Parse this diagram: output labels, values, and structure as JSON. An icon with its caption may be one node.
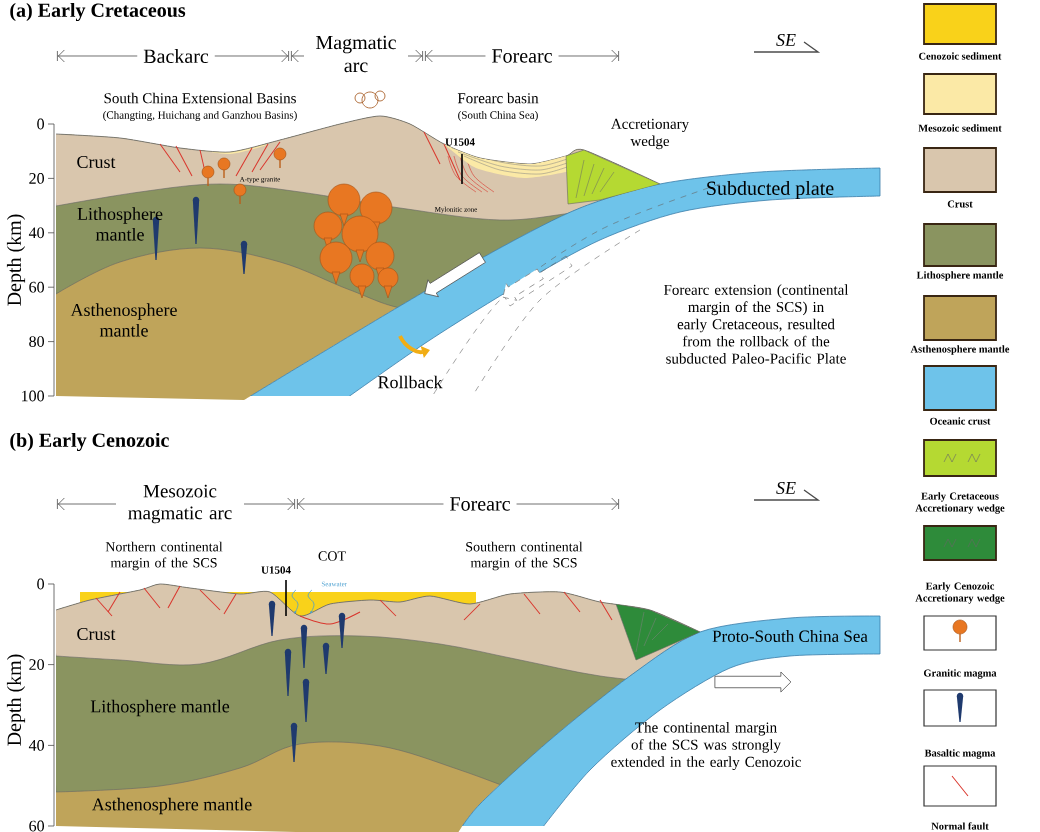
{
  "diagram": {
    "labels": [
      "(a) Early Cretaceous",
      "Backarc",
      "Magmatic arc",
      "Forearc",
      "SE",
      "South China Extensional Basins",
      "(Changting, Huichang and Ganzhou Basins)",
      "Forearc basin",
      "(South China Sea)",
      "U1504",
      "Accretionary wedge",
      "Crust",
      "A-type granite",
      "Mylonitic zone",
      "Subducted plate",
      "Lithosphere mantle",
      "Asthenosphere mantle",
      "Forearc extension (continental margin of the SCS) in early Cretaceous, resulted from the rollback of the subducted Paleo-Pacific Plate",
      "Rollback",
      "Depth (km)",
      "0",
      "20",
      "40",
      "60",
      "80",
      "100",
      "(b) Early Cenozoic",
      "Mesozoic magmatic arc",
      "Forearc",
      "SE",
      "Northern continental margin of the SCS",
      "COT",
      "U1504",
      "Seawater",
      "Southern continental margin of the SCS",
      "Proto-South China Sea",
      "Crust",
      "Lithosphere mantle",
      "Asthenosphere mantle",
      "The continental margin of the SCS was strongly extended in the early Cenozoic",
      "Depth (km)",
      "0",
      "20",
      "40",
      "60"
    ],
    "legend": [
      {
        "text": "Cenozoic sediment",
        "color": "#f9d21a"
      },
      {
        "text": "Mesozoic sediment",
        "color": "#fbe9a6"
      },
      {
        "text": "Crust",
        "color": "#d9c6ad"
      },
      {
        "text": "Lithosphere mantle",
        "color": "#8a9460"
      },
      {
        "text": "Asthenosphere mantle",
        "color": "#bfa45a"
      },
      {
        "text": "Oceanic crust",
        "color": "#6ec3ea"
      },
      {
        "text": "Early Cretaceous Accretionary wedge",
        "color": "#b5d932"
      },
      {
        "text": "Early Cenozoic Accretionary wedge",
        "color": "#2e8b3a"
      },
      {
        "text": "Granitic magma"
      },
      {
        "text": "Basaltic magma"
      },
      {
        "text": "Normal fault"
      }
    ]
  }
}
